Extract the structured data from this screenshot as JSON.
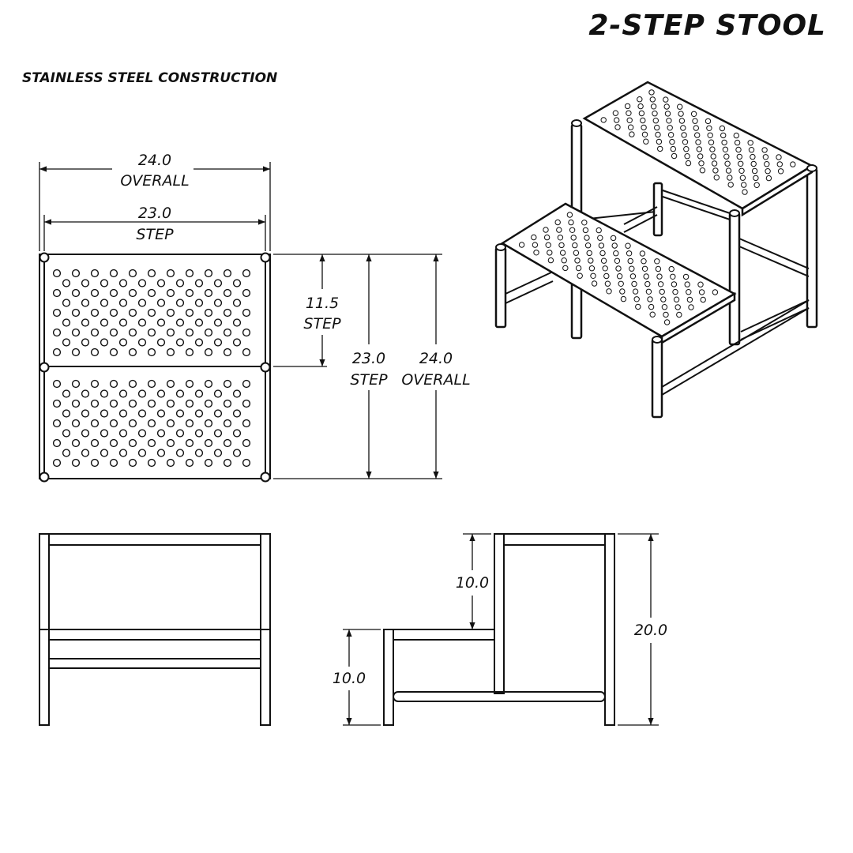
{
  "title": "2-STEP STOOL",
  "subtitle": "STAINLESS STEEL CONSTRUCTION",
  "colors": {
    "line": "#111111",
    "background": "#ffffff"
  },
  "top_view": {
    "overall_width": "24.0",
    "overall_width_label": "OVERALL",
    "step_width": "23.0",
    "step_width_label": "STEP",
    "step_depth": "11.5",
    "step_depth_label": "STEP",
    "total_step_depth": "23.0",
    "total_step_depth_label": "STEP",
    "overall_depth": "24.0",
    "overall_depth_label": "OVERALL"
  },
  "side_view": {
    "upper_rise": "10.0",
    "lower_rise": "10.0",
    "overall_height": "20.0"
  }
}
